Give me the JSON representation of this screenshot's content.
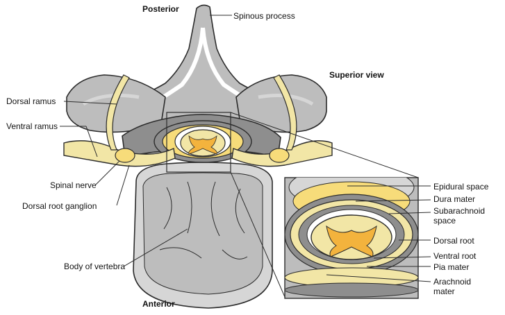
{
  "orientation": {
    "posterior": "Posterior",
    "anterior": "Anterior",
    "view": "Superior view"
  },
  "labels_left": {
    "dorsal_ramus": "Dorsal ramus",
    "ventral_ramus": "Ventral ramus",
    "spinal_nerve": "Spinal nerve",
    "dorsal_root_ganglion": "Dorsal root ganglion",
    "body_of_vertebra": "Body of vertebra"
  },
  "labels_top": {
    "spinous_process": "Spinous process"
  },
  "labels_inset": {
    "epidural_space": "Epidural space",
    "dura_mater": "Dura mater",
    "subarachnoid_space": "Subarachnoid space",
    "dorsal_root": "Dorsal root",
    "ventral_root": "Ventral root",
    "pia_mater": "Pia mater",
    "arachnoid_mater": "Arachnoid mater"
  },
  "colors": {
    "bone": "#bdbdbd",
    "bone_light": "#d6d6d6",
    "bone_dark": "#8e8e8e",
    "nerve": "#f2e6a6",
    "fat": "#f7dc7a",
    "gray_matter": "#f3b33d",
    "outline": "#2b2b2b"
  }
}
